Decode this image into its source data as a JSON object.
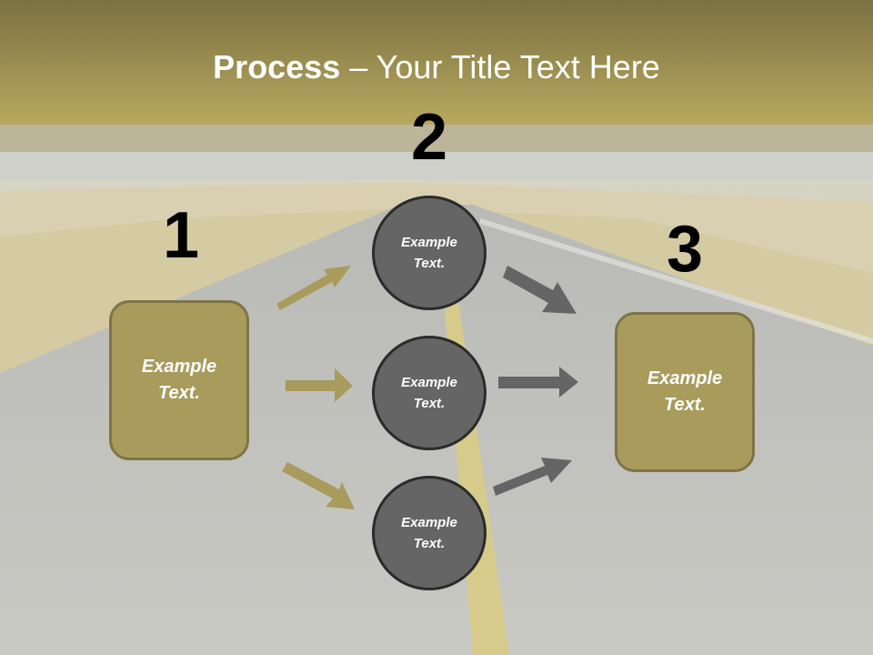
{
  "title": {
    "bold": "Process",
    "rest": " – Your Title Text Here"
  },
  "colors": {
    "gold": "#a89b5c",
    "gray": "#656565",
    "header": "#b3a35a"
  },
  "step_numbers": [
    "1",
    "2",
    "3"
  ],
  "left_box": {
    "text": "Example Text."
  },
  "circles": [
    {
      "text": "Example Text."
    },
    {
      "text": "Example Text."
    },
    {
      "text": "Example Text."
    }
  ],
  "right_box": {
    "text": "Example Text."
  }
}
